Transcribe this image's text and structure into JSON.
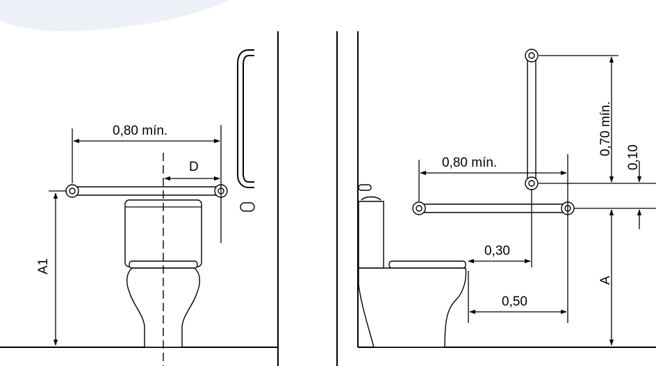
{
  "front_view": {
    "width_label": "0,80 mín.",
    "offset_label": "D",
    "height_label": "A1"
  },
  "side_view": {
    "width_label": "0,80 mín.",
    "vertical_bar_label": "0,70 mín.",
    "gap_label": "0,10",
    "seat_offset_label": "0,30",
    "front_offset_label": "0,50",
    "height_label": "A"
  }
}
